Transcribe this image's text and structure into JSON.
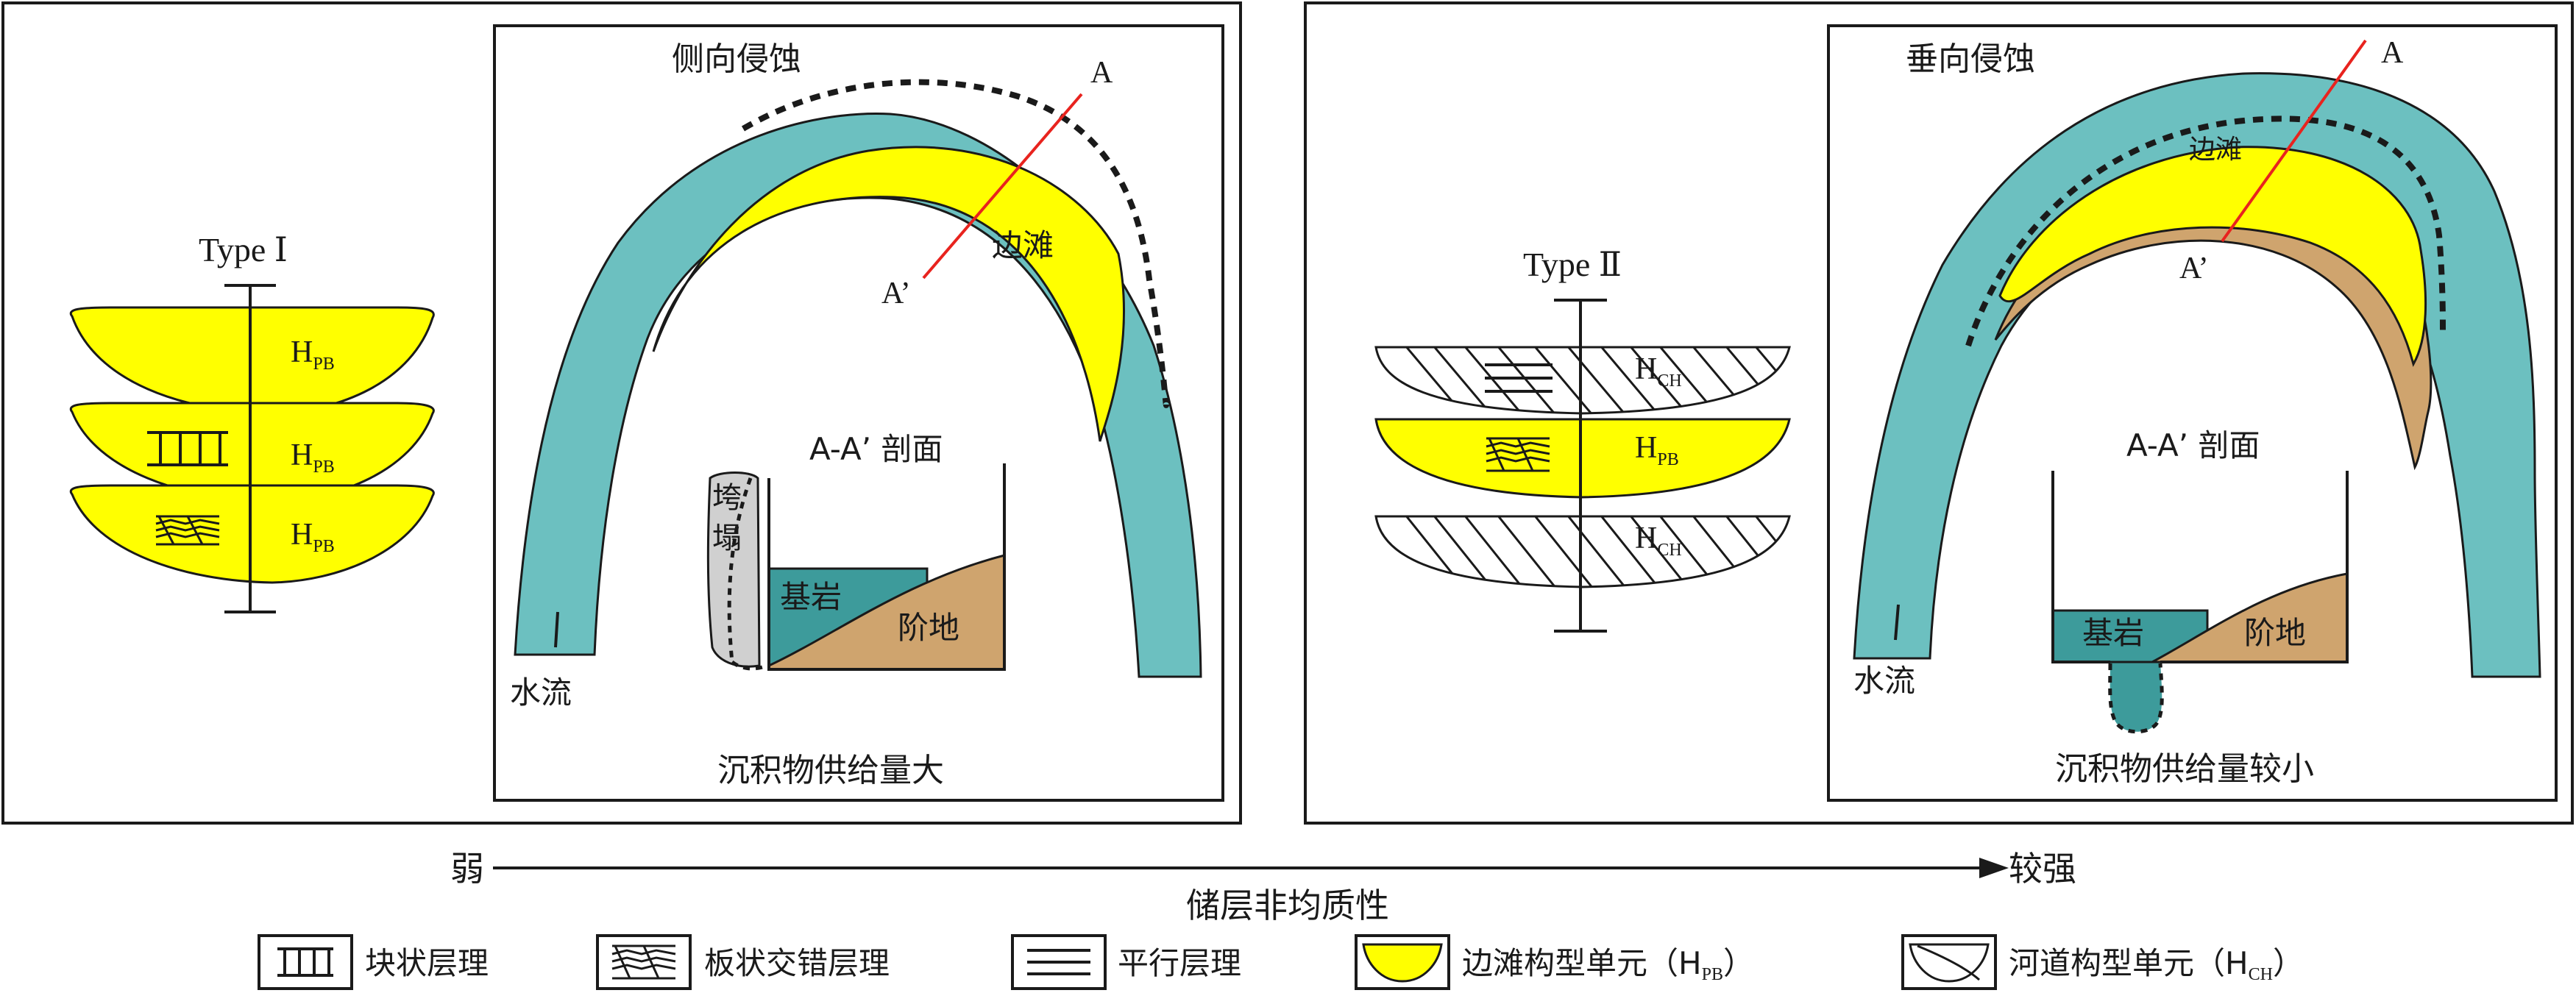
{
  "colors": {
    "channel": "#6cc0c0",
    "point_bar": "#ffff00",
    "terrace": "#cfa46e",
    "bedrock": "#3d9b9b",
    "collapse": "#d0d0d0",
    "section_line": "#e8231e",
    "outline": "#1a1a1a"
  },
  "type1": {
    "title": "Type Ⅰ",
    "unit_letter": "H",
    "unit_sub": "PB"
  },
  "type2": {
    "title": "Type Ⅱ",
    "unit_letter": "H",
    "ch_sub": "CH",
    "pb_sub": "PB"
  },
  "panel1": {
    "erosion": "侧向侵蚀",
    "point_bar": "边滩",
    "mark_a": "A",
    "mark_a2": "A’",
    "section_title": "A-A’ 剖面",
    "collapse_1": "垮",
    "collapse_2": "塌",
    "bedrock": "基岩",
    "terrace": "阶地",
    "flow": "水流",
    "supply": "沉积物供给量大"
  },
  "panel2": {
    "erosion": "垂向侵蚀",
    "point_bar": "边滩",
    "mark_a": "A",
    "mark_a2": "A’",
    "section_title": "A-A’ 剖面",
    "bedrock": "基岩",
    "terrace": "阶地",
    "flow": "水流",
    "supply": "沉积物供给量较小"
  },
  "axis": {
    "weak": "弱",
    "strong": "较强",
    "title": "储层非均质性"
  },
  "legend": [
    {
      "icon": "massive-bedding-icon",
      "label": "块状层理"
    },
    {
      "icon": "cross-bedding-icon",
      "label": "板状交错层理"
    },
    {
      "icon": "parallel-bedding-icon",
      "label": "平行层理"
    },
    {
      "icon": "point-bar-unit-icon",
      "label": "边滩构型单元（H",
      "sub": "PB",
      "close": "）"
    },
    {
      "icon": "channel-unit-icon",
      "label": "河道构型单元（H",
      "sub": "CH",
      "close": "）"
    }
  ]
}
